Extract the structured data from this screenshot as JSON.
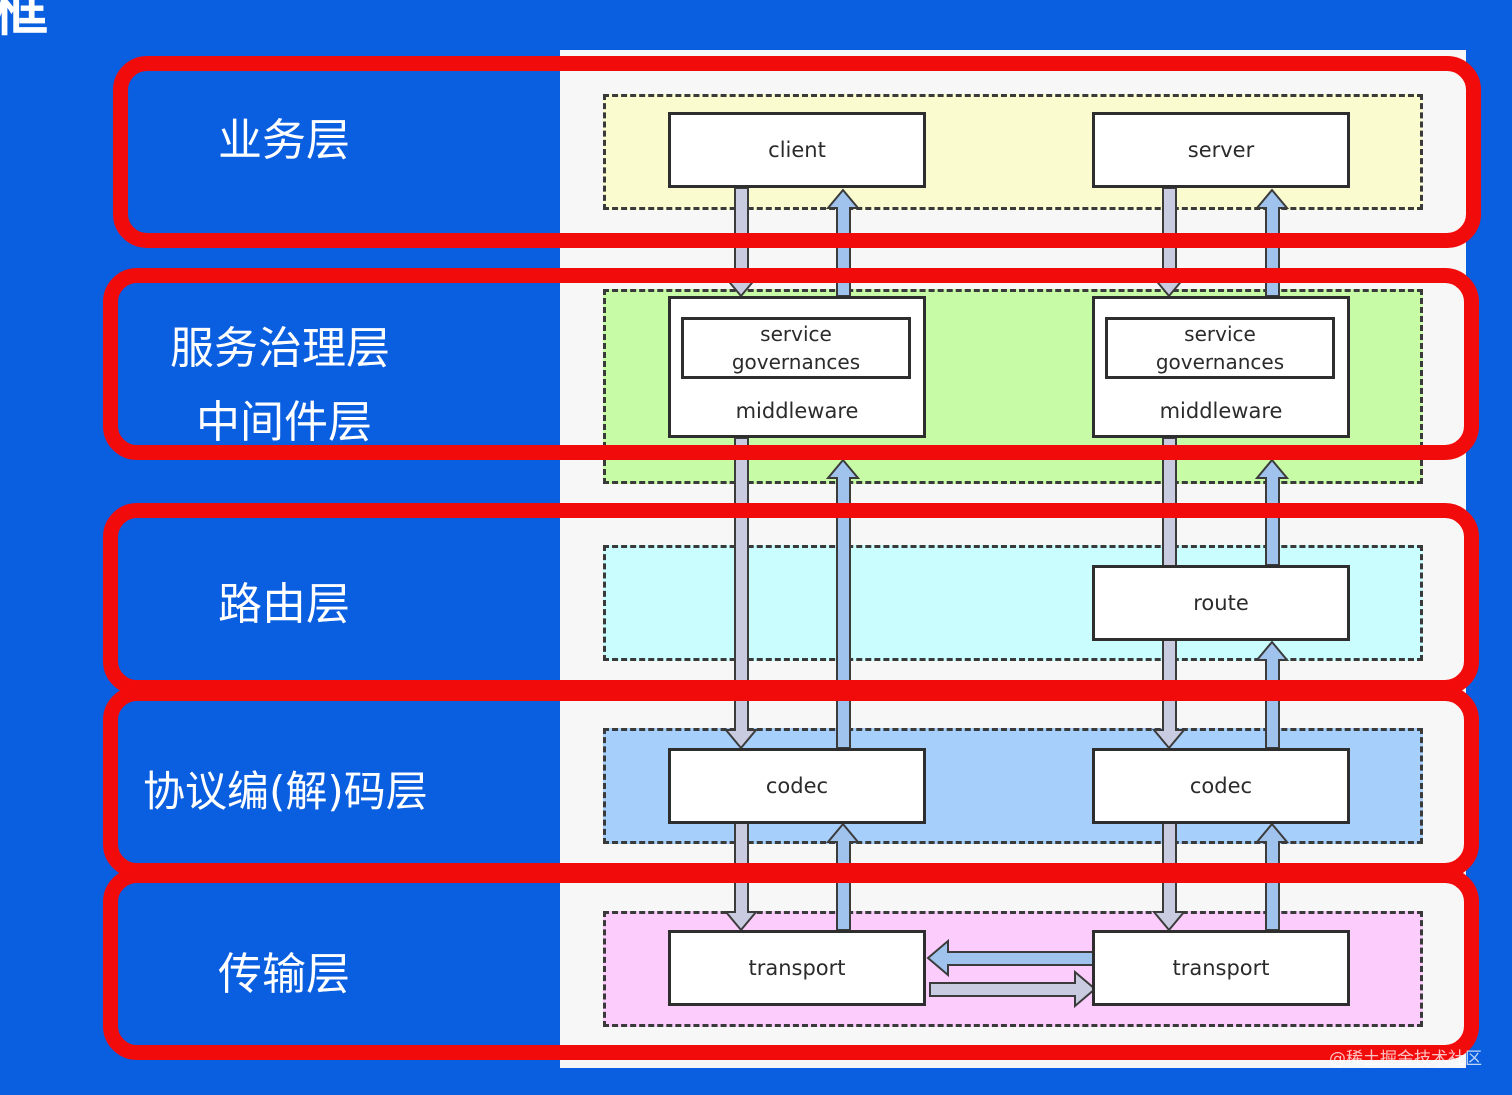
{
  "heading": "框",
  "layers": [
    {
      "id": "business",
      "lines": [
        "业务层"
      ]
    },
    {
      "id": "governance",
      "lines": [
        "服务治理层",
        "中间件层"
      ]
    },
    {
      "id": "routing",
      "lines": [
        "路由层"
      ]
    },
    {
      "id": "codec",
      "lines": [
        "协议编(解)码层"
      ]
    },
    {
      "id": "transport",
      "lines": [
        "传输层"
      ]
    }
  ],
  "nodes": {
    "client": "client",
    "server": "server",
    "service_governances_line1": "service",
    "service_governances_line2": "governances",
    "middleware": "middleware",
    "route": "route",
    "codec": "codec",
    "transport": "transport"
  },
  "colors": {
    "background": "#0a5ee0",
    "highlight": "#f20b0b",
    "zone_business": "#fafccf",
    "zone_governance": "#c7fba5",
    "zone_routing": "#c9fdfe",
    "zone_codec": "#a7cffc",
    "zone_transport": "#fccdfc"
  },
  "watermark": "@稀土掘金技术社区"
}
